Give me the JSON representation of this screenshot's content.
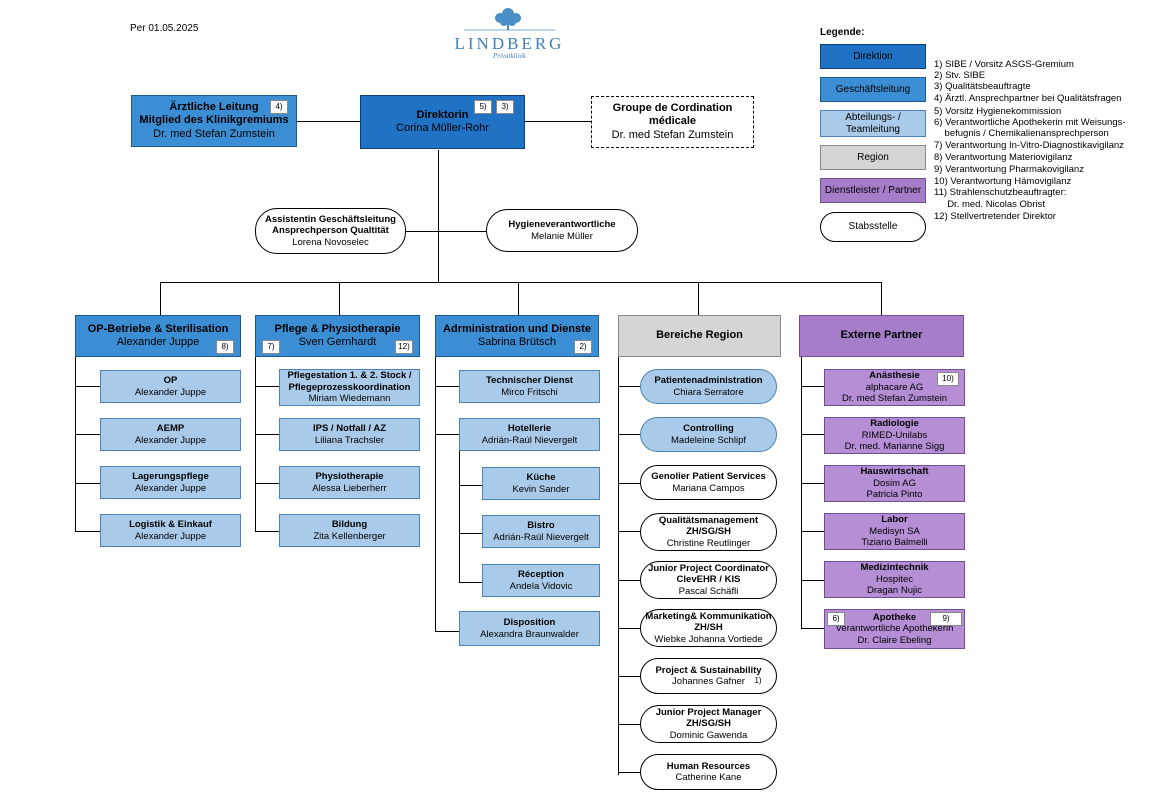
{
  "date": "Per 01.05.2025",
  "logo": {
    "name": "LINDBERG",
    "sub": "Privatklinik"
  },
  "legend": {
    "title": "Legende:",
    "items": [
      {
        "label": "Direktion"
      },
      {
        "label": "Geschäftsleitung"
      },
      {
        "label1": "Abteilungs- /",
        "label2": "Teamleitung"
      },
      {
        "label": "Region"
      },
      {
        "label": "Dienstleister / Partner"
      },
      {
        "label": "Stabsstelle"
      }
    ],
    "notes": [
      "1) SIBE / Vorsitz ASGS-Gremium",
      "2) Stv. SIBE",
      "3) Qualitätsbeauftragte",
      "4) Ärztl. Ansprechpartner bei Qualitätsfragen",
      "5) Vorsitz Hygienekommission",
      "6) Verantwortliche Apothekerin mit Weisungs-",
      "    befugnis / Chemikalienansprechperson",
      "7) Verantwortung In-Vitro-Diagnostikavigilanz",
      "8) Verantwortung Materiovigilanz",
      "9) Verantwortung Pharmakovigilanz",
      "10) Verantwortung Hämovigilanz",
      "11) Strahlenschutzbeauftragter:",
      "     Dr. med. Nicolas Obrist",
      "12) Stellvertretender Direktor"
    ]
  },
  "top": {
    "director": {
      "title": "Direktorin",
      "name": "Corina Müller-Rohr",
      "badges": [
        "5)",
        "3)"
      ]
    },
    "medical": {
      "line1": "Ärztliche Leitung",
      "line2": "Mitglied des Klinikgremiums",
      "name": "Dr. med Stefan Zumstein",
      "badge": "4)"
    },
    "groupe": {
      "line1": "Groupe de Cordination",
      "line2": "médicale",
      "name": "Dr. med Stefan Zumstein"
    },
    "assistant": {
      "line1": "Assistentin Geschäftsleitung",
      "line2": "Ansprechperson Qualtität",
      "name": "Lorena Novoselec"
    },
    "hygiene": {
      "title": "Hygieneverantwortliche",
      "name": "Melanie Müller"
    }
  },
  "col1": {
    "head": {
      "title": "OP-Betriebe & Sterilisation",
      "name": "Alexander Juppe",
      "badge": "8)"
    },
    "items": [
      {
        "title": "OP",
        "name": "Alexander Juppe"
      },
      {
        "title": "AEMP",
        "name": "Alexander Juppe"
      },
      {
        "title": "Lagerungspflege",
        "name": "Alexander Juppe"
      },
      {
        "title": "Logistik & Einkauf",
        "name": "Alexander Juppe"
      }
    ]
  },
  "col2": {
    "head": {
      "title": "Pflege & Physiotherapie",
      "name": "Sven Gernhardt",
      "badge_left": "7)",
      "badge_right": "12)"
    },
    "items": [
      {
        "title1": "Pflegestation 1. & 2. Stock /",
        "title2": "Pflegeprozesskoordination",
        "name": "Miriam Wiedemann"
      },
      {
        "title": "IPS / Notfall / AZ",
        "name": "Liliana Trachsler"
      },
      {
        "title": "Physiotherapie",
        "name": "Alessa Lieberherr"
      },
      {
        "title": "Bildung",
        "name": "Zita Kellenberger"
      }
    ]
  },
  "col3": {
    "head": {
      "title": "Adrministration und Dienste",
      "name": "Sabrina Brütsch",
      "badge": "2)"
    },
    "items": [
      {
        "title": "Technischer Dienst",
        "name": "Mirco Fritschi"
      },
      {
        "title": "Hotellerie",
        "name": "Adrián-Raúl Nievergelt"
      },
      {
        "title": "Küche",
        "name": "Kevin Sander"
      },
      {
        "title": "Bistro",
        "name": "Adrián-Raúl Nievergelt"
      },
      {
        "title": "Réception",
        "name": "Andela Vidovic"
      },
      {
        "title": "Disposition",
        "name": "Alexandra Braunwalder"
      }
    ]
  },
  "col4": {
    "head": {
      "title": "Bereiche Region"
    },
    "items": [
      {
        "title": "Patientenadministration",
        "name": "Chiara Serratore"
      },
      {
        "title": "Controlling",
        "name": "Madeleine Schlipf"
      },
      {
        "title": "Genolier Patient Services",
        "name": "Mariana Campos"
      },
      {
        "title1": "Qualitätsmanagement",
        "title2": "ZH/SG/SH",
        "name": "Christine Reutlinger"
      },
      {
        "title1": "Junior Project Coordinator",
        "title2": "ClevEHR / KIS",
        "name": "Pascal Schäfli"
      },
      {
        "title1": "Marketing& Kommunikation",
        "title2": "ZH/SH",
        "name": "Wiebke Johanna Vortiede"
      },
      {
        "title": "Project & Sustainability",
        "name": "Johannes Gafner",
        "badge": "1)"
      },
      {
        "title1": "Junior Project Manager",
        "title2": "ZH/SG/SH",
        "name": "Dominic Gawenda"
      },
      {
        "title": "Human Resources",
        "name": "Catherine Kane"
      }
    ]
  },
  "col5": {
    "head": {
      "title": "Externe Partner"
    },
    "items": [
      {
        "title": "Anästhesie",
        "org": "alphacare AG",
        "name": "Dr. med Stefan Zumstein",
        "badge": "10)"
      },
      {
        "title": "Radiologie",
        "org": "RIMED-Unilabs",
        "name": "Dr. med. Marianne Sigg"
      },
      {
        "title": "Hauswirtschaft",
        "org": "Dosim AG",
        "name": "Patricia Pinto"
      },
      {
        "title": "Labor",
        "org": "Medisyn SA",
        "name": "Tiziano Balmelli"
      },
      {
        "title": "Medizintechnik",
        "org": "Hospitec",
        "name": "Dragan Nujic"
      },
      {
        "title": "Apotheke",
        "org": "Verantwortliche Apothekerin",
        "name": "Dr. Claire Ebeling",
        "badge_left": "6)",
        "badge_right": "9)"
      }
    ]
  }
}
